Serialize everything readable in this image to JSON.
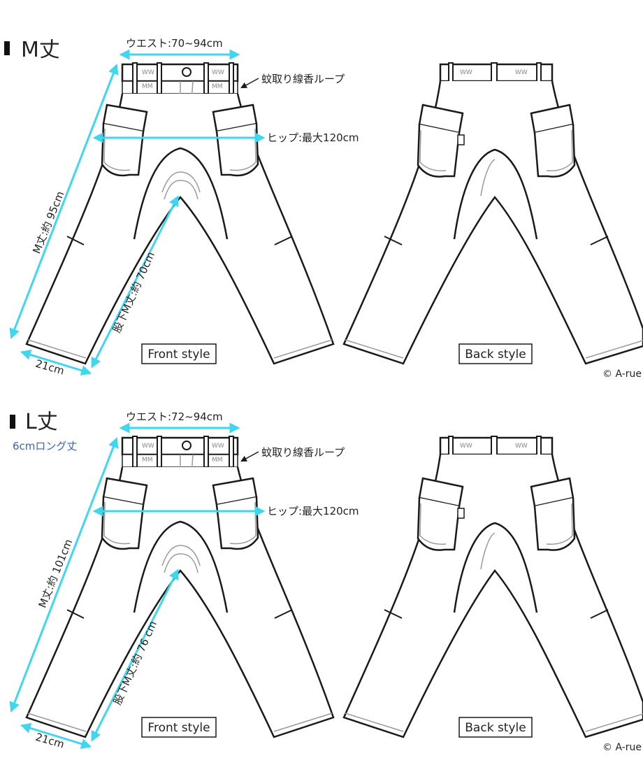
{
  "colors": {
    "measure": "#3fd6f0",
    "outline": "#1a1a1a",
    "seam": "#9a9a9a",
    "note": "#3a64b8"
  },
  "sections": [
    {
      "title": "M丈",
      "waist": "ウエスト:70~94cm",
      "loop": "蚊取り線香ループ",
      "hip": "ヒップ:最大120cm",
      "length": "M丈:約 95cm",
      "inseam": "股下M丈:約 70cm",
      "hem": "21cm",
      "front_label": "Front style",
      "back_label": "Back style",
      "copyright": "© A-rue"
    },
    {
      "title": "L丈",
      "note": "6cmロング丈",
      "waist": "ウエスト:72~94cm",
      "loop": "蚊取り線香ループ",
      "hip": "ヒップ:最大120cm",
      "length": "M丈:約 101cm",
      "inseam": "股下M丈:約 76 cm",
      "hem": "21cm",
      "front_label": "Front style",
      "back_label": "Back style",
      "copyright": "© A-rue"
    }
  ],
  "tag_text": {
    "top": "WW",
    "bottom": "MM"
  }
}
